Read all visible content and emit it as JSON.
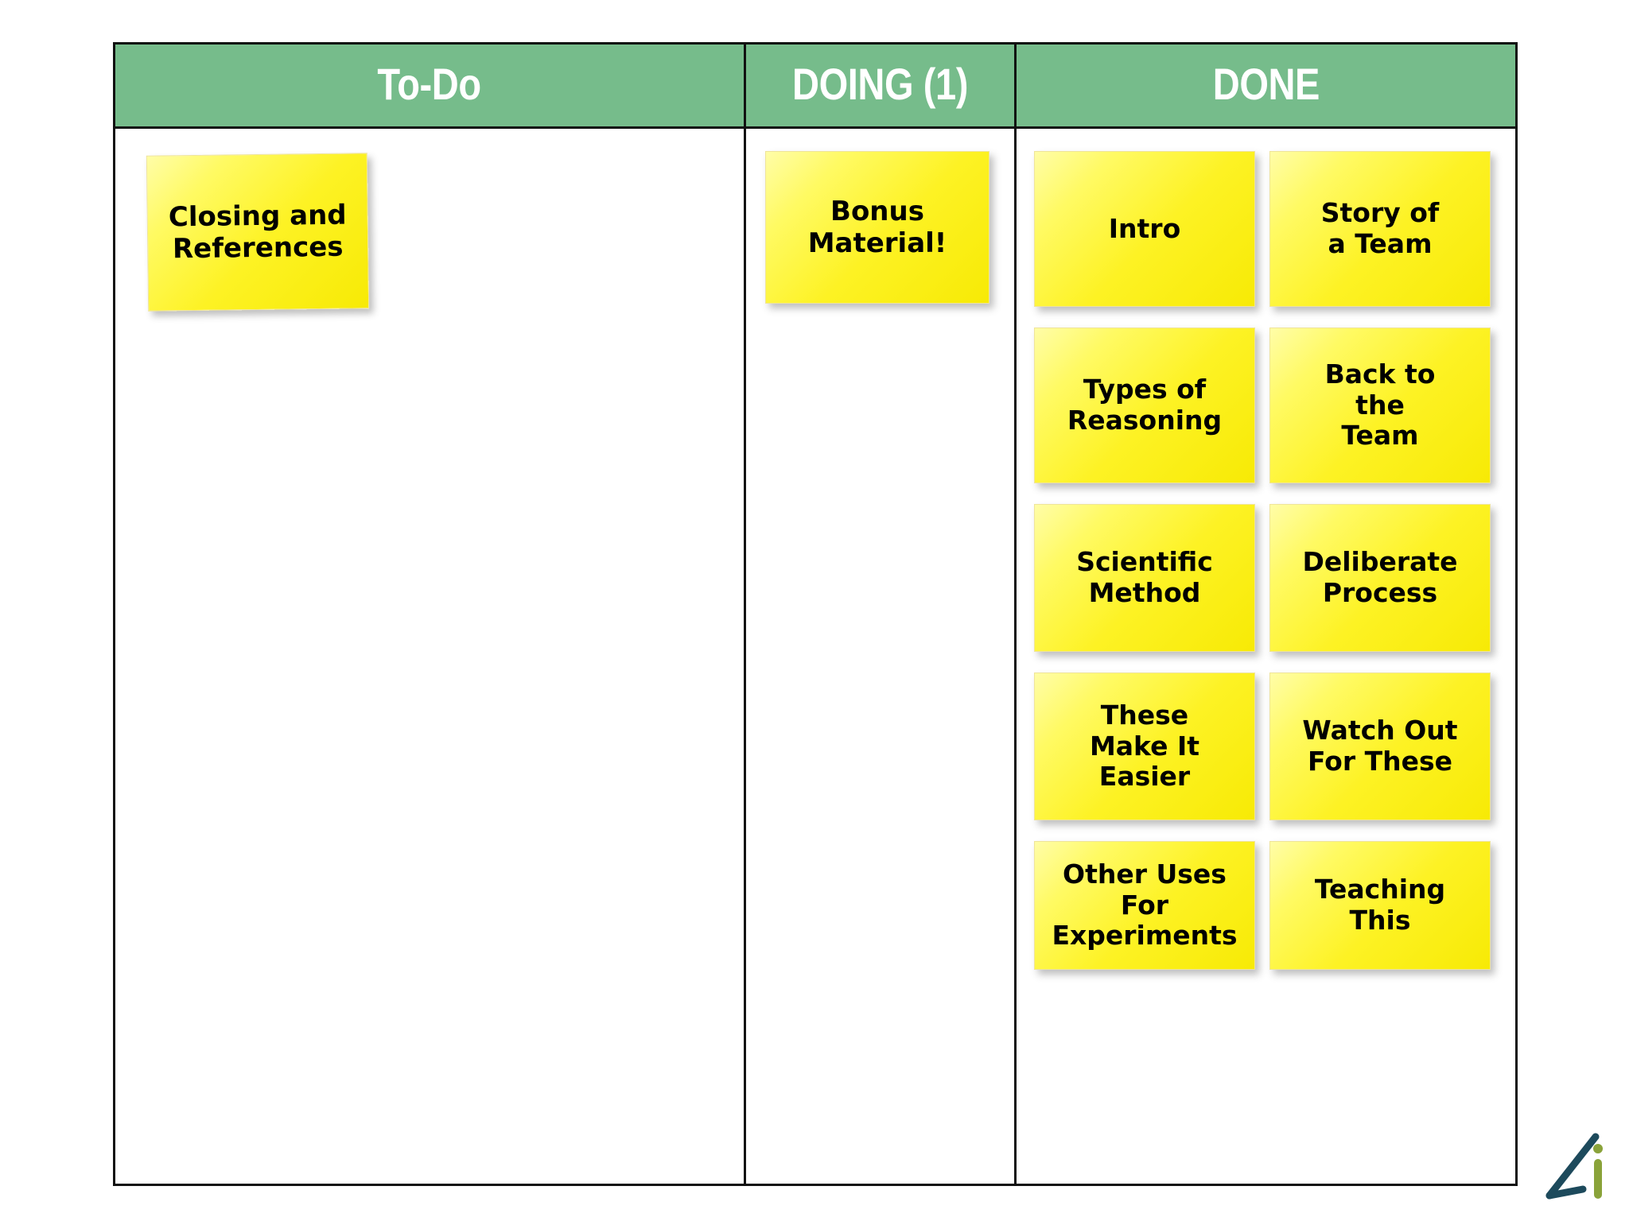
{
  "board": {
    "name": "kanban-board",
    "accent_green": "#76BC8B",
    "note_yellow": "#FAEE0A",
    "border_color": "#111111",
    "columns": [
      {
        "id": "todo",
        "title": "To-Do",
        "cards": [
          {
            "text": "Closing and\nReferences"
          }
        ]
      },
      {
        "id": "doing",
        "title": "DOING (1)",
        "wip_count": 1,
        "cards": [
          {
            "text": "Bonus\nMaterial!"
          }
        ]
      },
      {
        "id": "done",
        "title": "DONE",
        "cards": [
          {
            "text": "Intro",
            "size": "tall"
          },
          {
            "text": "Story of\na Team",
            "size": "tall"
          },
          {
            "text": "Types of\nReasoning",
            "size": "tall"
          },
          {
            "text": "Back to\nthe\nTeam",
            "size": "tall"
          },
          {
            "text": "Scientific\nMethod",
            "size": "mid"
          },
          {
            "text": "Deliberate\nProcess",
            "size": "mid"
          },
          {
            "text": "These\nMake It\nEasier",
            "size": "mid"
          },
          {
            "text": "Watch Out\nFor These",
            "size": "mid"
          },
          {
            "text": "Other Uses\nFor\nExperiments",
            "size": "short"
          },
          {
            "text": "Teaching\nThis",
            "size": "short"
          }
        ]
      }
    ]
  },
  "logo": {
    "name": "brand-logo",
    "mark_color": "#1d4a5c",
    "accent_color": "#8aa33a"
  }
}
